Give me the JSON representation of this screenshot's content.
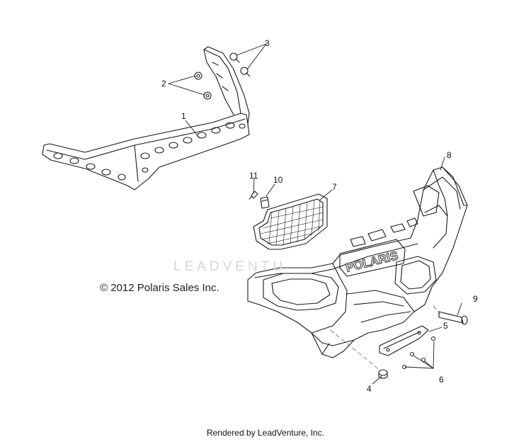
{
  "diagram": {
    "copyright": "© 2012 Polaris Sales Inc.",
    "footer": "Rendered by LeadVenture, Inc.",
    "watermark": "LEADVENTU",
    "brand_on_part": "POLARIS",
    "callouts": [
      "1",
      "2",
      "3",
      "4",
      "5",
      "6",
      "7",
      "8",
      "9",
      "10",
      "11"
    ]
  }
}
